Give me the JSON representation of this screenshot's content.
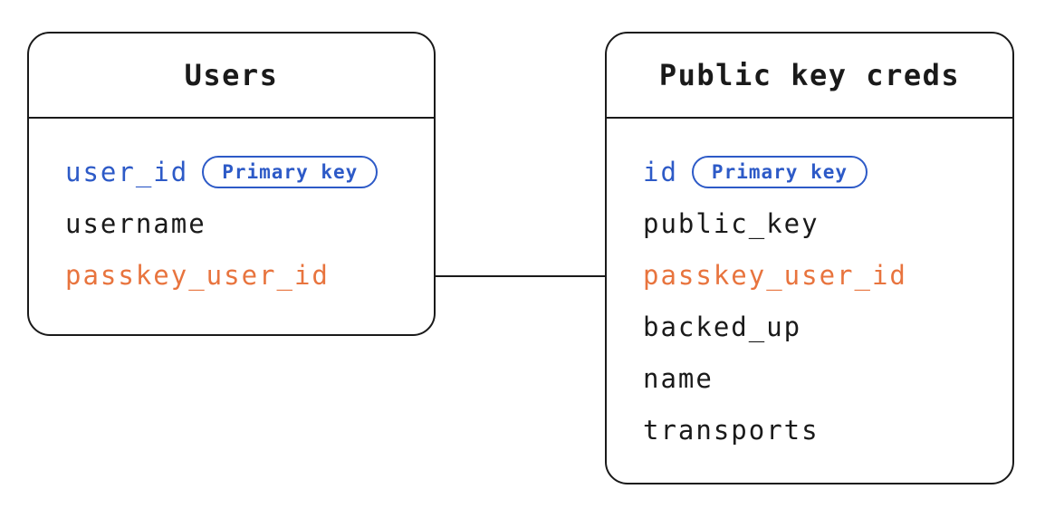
{
  "diagram": {
    "type": "entity-relationship",
    "colors": {
      "background": "#ffffff",
      "border": "#1a1a1a",
      "text": "#1a1a1a",
      "primary_key": "#2d5ac7",
      "foreign_key": "#e8743e"
    },
    "tables": [
      {
        "title": "Users",
        "fields": [
          {
            "name": "user_id",
            "role": "primary",
            "badge": "Primary key"
          },
          {
            "name": "username",
            "role": "normal"
          },
          {
            "name": "passkey_user_id",
            "role": "foreign"
          }
        ]
      },
      {
        "title": "Public key creds",
        "fields": [
          {
            "name": "id",
            "role": "primary",
            "badge": "Primary key"
          },
          {
            "name": "public_key",
            "role": "normal"
          },
          {
            "name": "passkey_user_id",
            "role": "foreign"
          },
          {
            "name": "backed_up",
            "role": "normal"
          },
          {
            "name": "name",
            "role": "normal"
          },
          {
            "name": "transports",
            "role": "normal"
          }
        ]
      }
    ],
    "relationship": {
      "from": "Users.passkey_user_id",
      "to": "Public key creds.passkey_user_id"
    }
  }
}
